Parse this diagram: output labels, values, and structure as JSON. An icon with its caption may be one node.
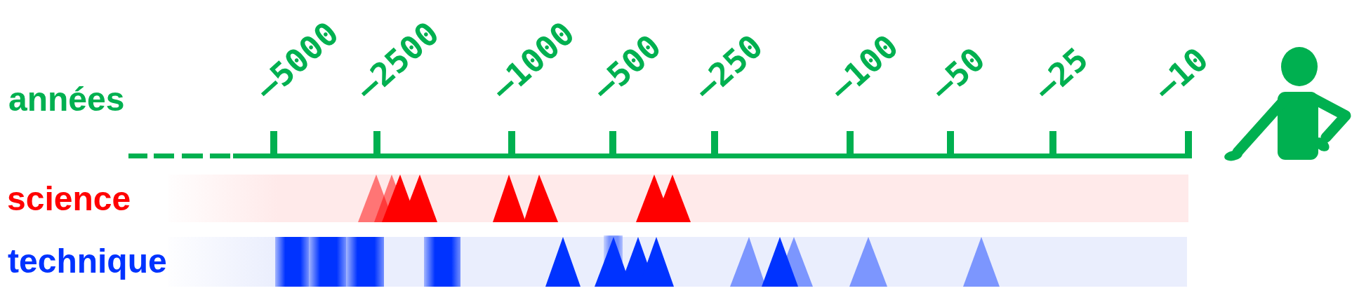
{
  "diagram": {
    "labels": [
      "années",
      "–5000",
      "–2500",
      "–1000",
      "–500",
      "–250",
      "–100",
      "–50",
      "–25",
      "–10",
      "science",
      "technique"
    ]
  }
}
